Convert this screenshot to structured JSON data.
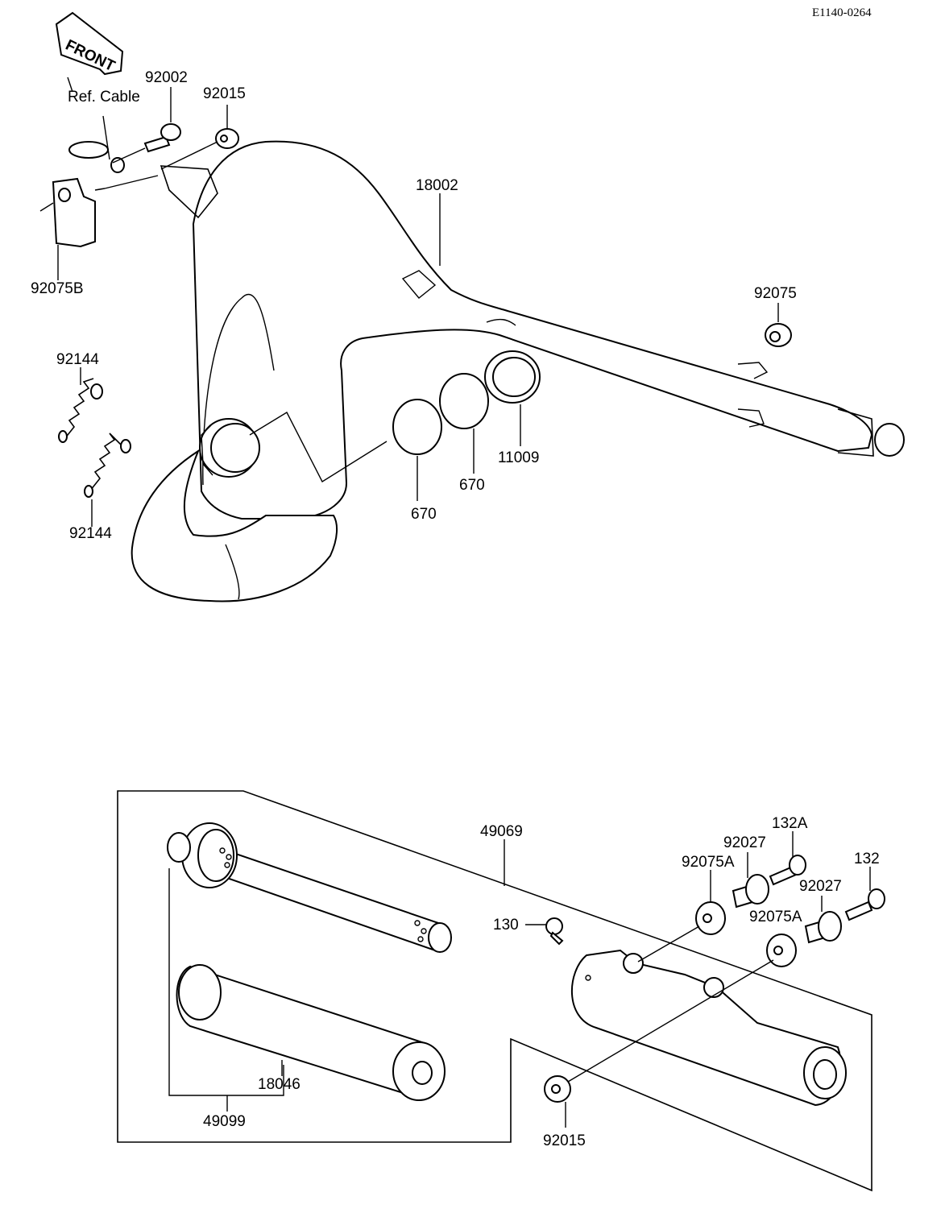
{
  "drawing_code": "E1140-0264",
  "front_arrow": "FRONT",
  "ref_cable": "Ref. Cable",
  "upper_labels": {
    "p92002": "92002",
    "p92015_top": "92015",
    "p18002": "18002",
    "p92075B": "92075B",
    "p92075": "92075",
    "p92144_a": "92144",
    "p92144_b": "92144",
    "p11009": "11009",
    "p670_a": "670",
    "p670_b": "670"
  },
  "lower_labels": {
    "p49069": "49069",
    "p92075A_a": "92075A",
    "p92075A_b": "92075A",
    "p92027_a": "92027",
    "p92027_b": "92027",
    "p132A": "132A",
    "p132": "132",
    "p130": "130",
    "p18046": "18046",
    "p49099": "49099",
    "p92015_bottom": "92015"
  }
}
